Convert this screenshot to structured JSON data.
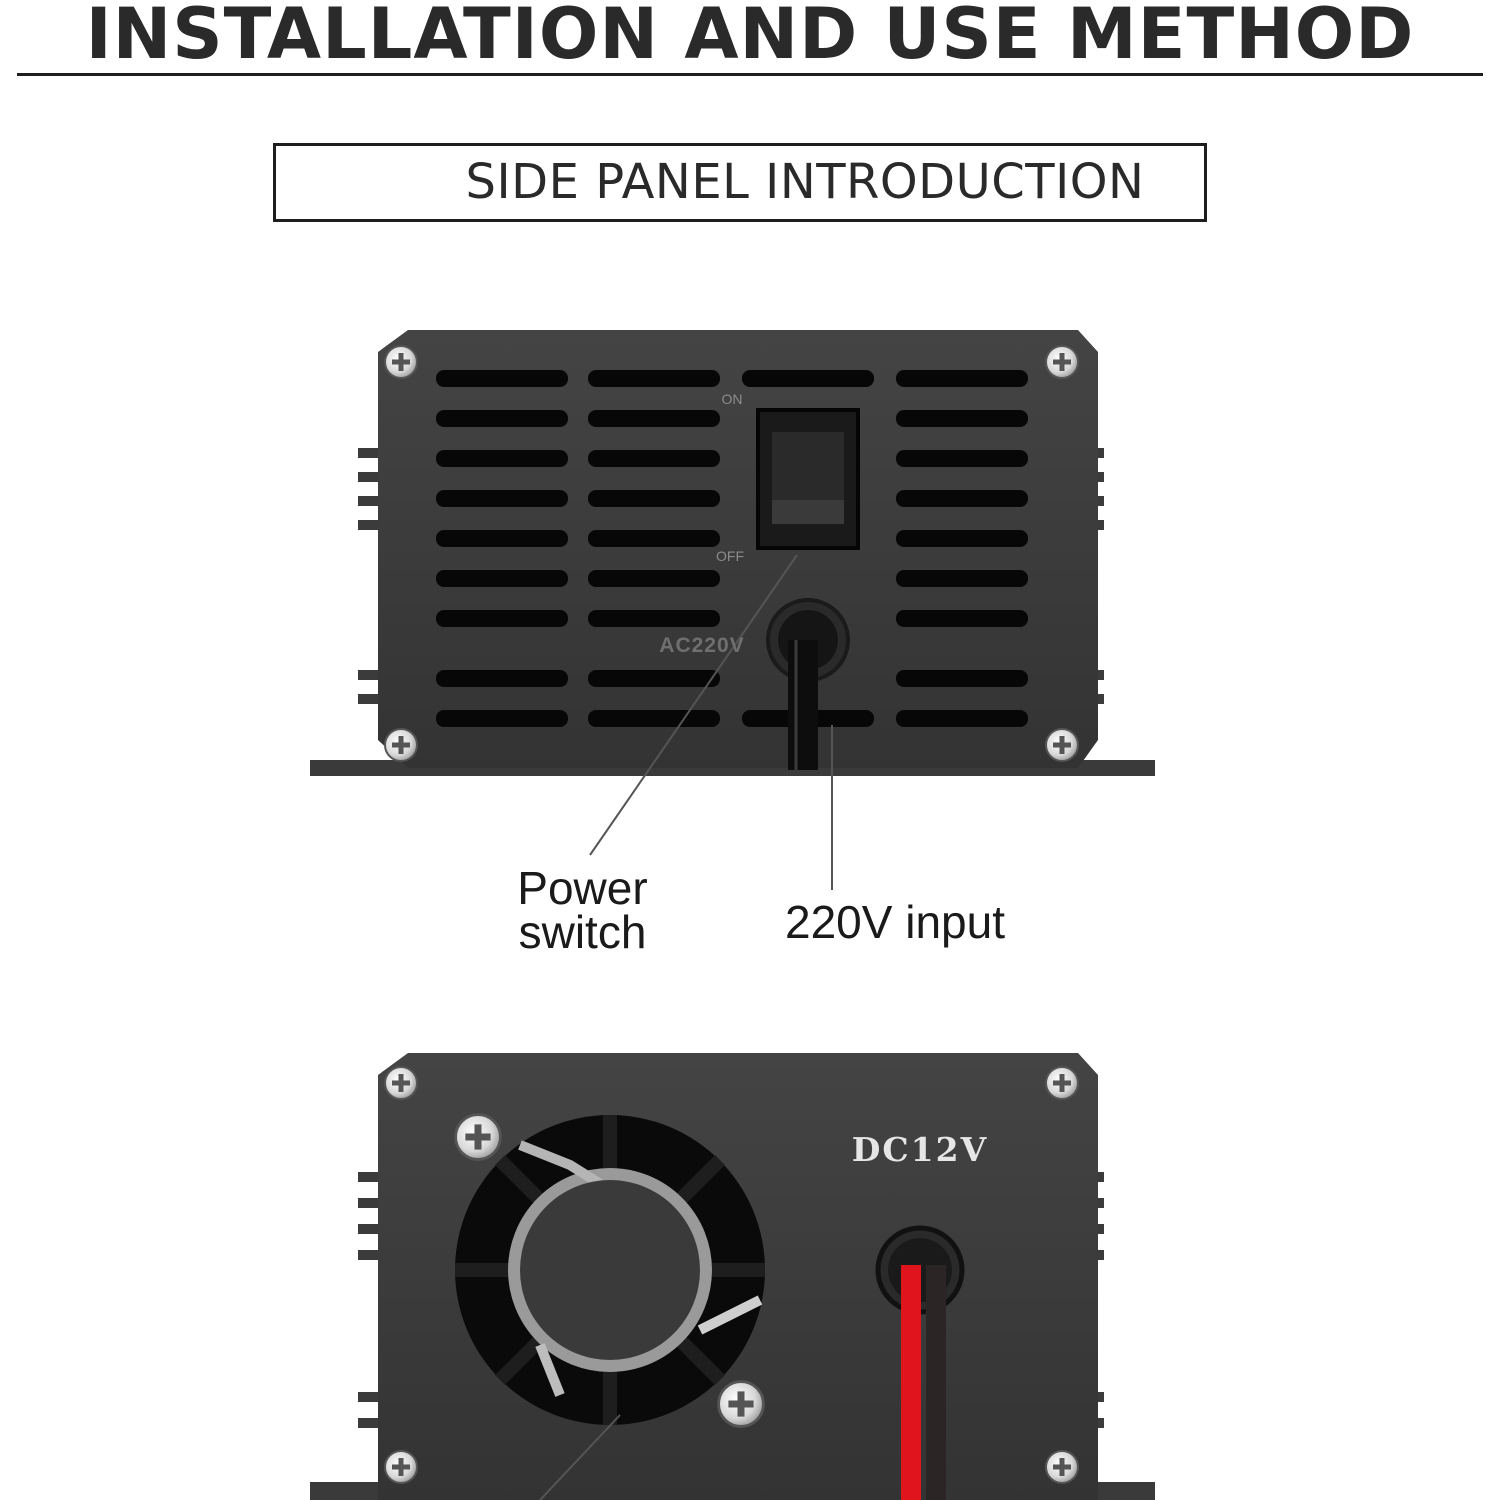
{
  "header": {
    "title": "INSTALLATION AND USE METHOD"
  },
  "section": {
    "title": "SIDE PANEL INTRODUCTION"
  },
  "panel_ac": {
    "switch_on_label": "ON",
    "switch_off_label": "OFF",
    "voltage_label": "AC220V"
  },
  "panel_dc": {
    "voltage_label": "DC12V"
  },
  "callouts": {
    "power_switch_line1": "Power",
    "power_switch_line2": "switch",
    "input_label": "220V input"
  },
  "colors": {
    "housing": "#3a3a3a",
    "slot": "#050505",
    "cable_red": "#e0141c",
    "text": "#1a1a1a"
  }
}
